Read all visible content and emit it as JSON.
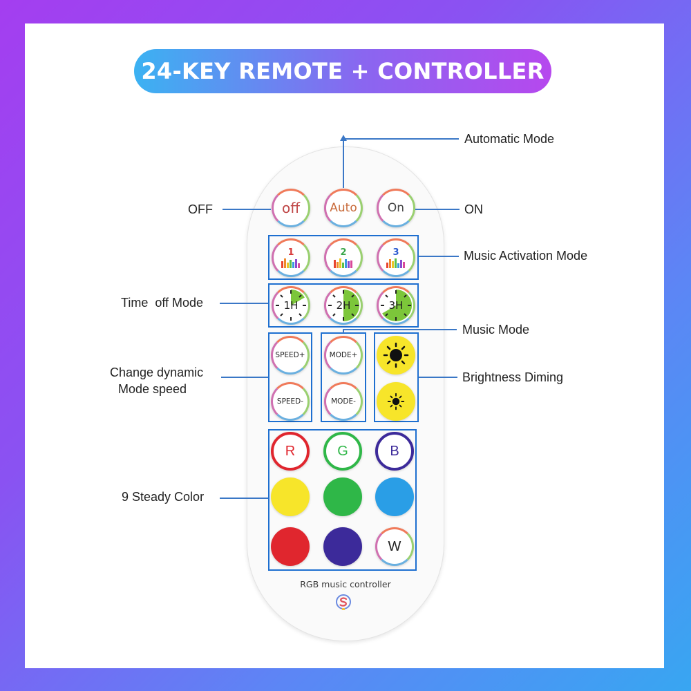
{
  "title": "24-KEY REMOTE + CONTROLLER",
  "remote": {
    "brand_text": "RGB music controller",
    "keys": {
      "off": "off",
      "auto": "Auto",
      "on": "On",
      "music1": "1",
      "music2": "2",
      "music3": "3",
      "timer1": "1H",
      "timer2": "2H",
      "timer3": "3H",
      "speed_plus": "SPEED+",
      "speed_minus": "SPEED-",
      "mode_plus": "MODE+",
      "mode_minus": "MODE-",
      "red": "R",
      "green": "G",
      "blue": "B",
      "white": "W"
    }
  },
  "annotations": {
    "automatic_mode": "Automatic Mode",
    "off": "OFF",
    "on": "ON",
    "music_activation_mode": "Music Activation Mode",
    "time_off_mode": "Time  off Mode",
    "music_mode": "Music Mode",
    "change_dynamic_line1": "Change dynamic",
    "change_dynamic_line2": "Mode speed",
    "brightness_diming": "Brightness Diming",
    "steady_color": "9 Steady Color"
  },
  "colors": {
    "accent_line": "#3a77c6",
    "group_box": "#1e6fd0",
    "yellow": "#f7e52a",
    "green": "#2fb748",
    "sky_blue": "#2a9ee6",
    "red": "#e0262e",
    "indigo": "#3c2a9a"
  },
  "icons": {
    "music_mode_icon": "equalizer-bars-icon",
    "timer_icon": "clock-icon",
    "brightness_icon": "sun-icon",
    "logo_icon": "s-logo-icon"
  }
}
